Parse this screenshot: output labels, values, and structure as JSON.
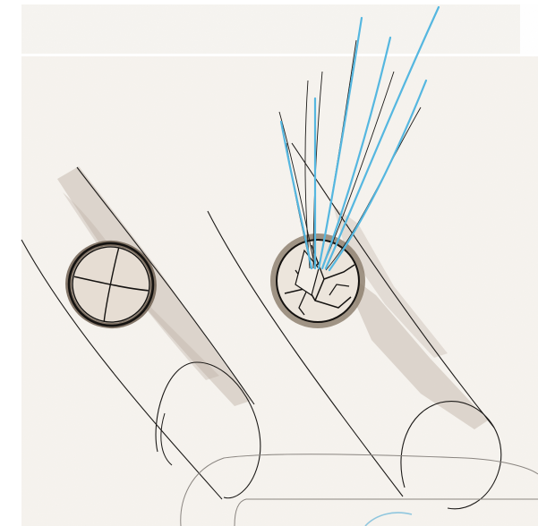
{
  "colors": {
    "paper": "#f7f4ef",
    "ink": "#1c1a18",
    "marker_shade": "#b5aaa0",
    "rim_brown": "#7a6a5a",
    "light_blue": "#55b7e0"
  },
  "scene": {
    "left_sketch": {
      "kind": "sealed-tube-with-disc-valve"
    },
    "right_sketch": {
      "kind": "tube-with-fractured-disc-and-spray",
      "spray_color": "light-blue"
    },
    "bottom_sketch": {
      "kind": "partial-outline"
    }
  }
}
